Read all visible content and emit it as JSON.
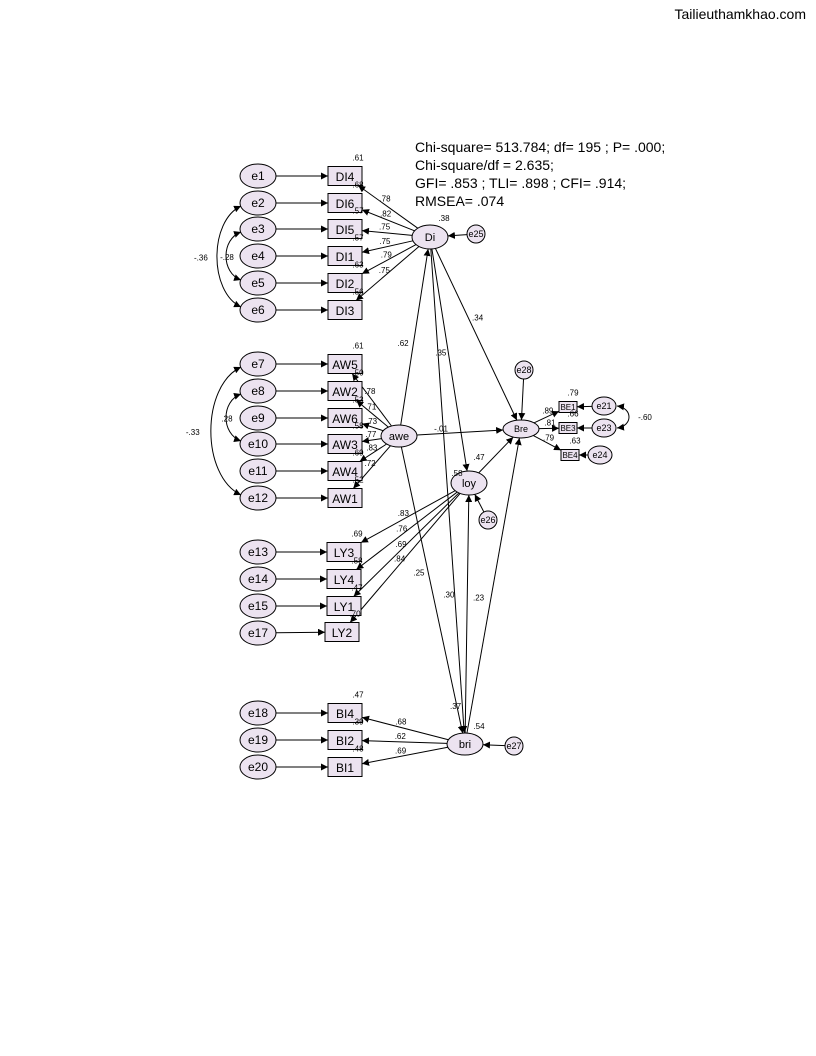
{
  "watermark": "Tailieuthamkhao.com",
  "fit_stats": [
    "Chi-square= 513.784; df= 195 ; P= .000;",
    "Chi-square/df = 2.635;",
    "GFI= .853 ; TLI= .898 ; CFI= .914;",
    "RMSEA= .074"
  ],
  "latents": [
    {
      "id": "Di",
      "label": "Di",
      "r2": ".38"
    },
    {
      "id": "awe",
      "label": "awe",
      "r2": ""
    },
    {
      "id": "Bre",
      "label": "Bre",
      "r2": ""
    },
    {
      "id": "loy",
      "label": "loy",
      "r2": ".58"
    },
    {
      "id": "bri",
      "label": "bri",
      "r2": ".54"
    }
  ],
  "indicators": [
    {
      "id": "DI4",
      "label": "DI4",
      "r2": ".61",
      "loading": ".78",
      "latent": "Di",
      "error": "e1"
    },
    {
      "id": "DI6",
      "label": "DI6",
      "r2": ".68",
      "loading": ".82",
      "latent": "Di",
      "error": "e2"
    },
    {
      "id": "DI5",
      "label": "DI5",
      "r2": ".57",
      "loading": ".75",
      "latent": "Di",
      "error": "e3"
    },
    {
      "id": "DI1",
      "label": "DI1",
      "r2": ".57",
      "loading": ".75",
      "latent": "Di",
      "error": "e4"
    },
    {
      "id": "DI2",
      "label": "DI2",
      "r2": ".63",
      "loading": ".79",
      "latent": "Di",
      "error": "e5"
    },
    {
      "id": "DI3",
      "label": "DI3",
      "r2": ".56",
      "loading": ".75",
      "latent": "Di",
      "error": "e6"
    },
    {
      "id": "AW5",
      "label": "AW5",
      "r2": ".61",
      "loading": ".78",
      "latent": "awe",
      "error": "e7"
    },
    {
      "id": "AW2",
      "label": "AW2",
      "r2": ".50",
      "loading": ".71",
      "latent": "awe",
      "error": "e8"
    },
    {
      "id": "AW6",
      "label": "AW6",
      "r2": ".53",
      "loading": ".73",
      "latent": "awe",
      "error": "e9"
    },
    {
      "id": "AW3",
      "label": "AW3",
      "r2": ".58",
      "loading": ".77",
      "latent": "awe",
      "error": "e10"
    },
    {
      "id": "AW4",
      "label": "AW4",
      "r2": ".69",
      "loading": ".83",
      "latent": "awe",
      "error": "e11"
    },
    {
      "id": "AW1",
      "label": "AW1",
      "r2": ".52",
      "loading": ".72",
      "latent": "awe",
      "error": "e12"
    },
    {
      "id": "LY3",
      "label": "LY3",
      "r2": ".69",
      "loading": ".83",
      "latent": "loy",
      "error": "e13"
    },
    {
      "id": "LY4",
      "label": "LY4",
      "r2": ".58",
      "loading": ".76",
      "latent": "loy",
      "error": "e14"
    },
    {
      "id": "LY1",
      "label": "LY1",
      "r2": ".47",
      "loading": ".69",
      "latent": "loy",
      "error": "e15"
    },
    {
      "id": "LY2",
      "label": "LY2",
      "r2": ".70",
      "loading": ".84",
      "latent": "loy",
      "error": "e17"
    },
    {
      "id": "BI4",
      "label": "BI4",
      "r2": ".47",
      "loading": ".68",
      "latent": "bri",
      "error": "e18"
    },
    {
      "id": "BI2",
      "label": "BI2",
      "r2": ".39",
      "loading": ".62",
      "latent": "bri",
      "error": "e19"
    },
    {
      "id": "BI1",
      "label": "BI1",
      "r2": ".48",
      "loading": ".69",
      "latent": "bri",
      "error": "e20"
    },
    {
      "id": "BE1",
      "label": "BE1",
      "r2": ".79",
      "loading": ".89",
      "latent": "Bre",
      "error": "e21"
    },
    {
      "id": "BE3",
      "label": "BE3",
      "r2": ".66",
      "loading": ".81",
      "latent": "Bre",
      "error": "e23"
    },
    {
      "id": "BE4",
      "label": "BE4",
      "r2": ".63",
      "loading": ".79",
      "latent": "Bre",
      "error": "e24"
    }
  ],
  "disturbances": [
    {
      "id": "e25",
      "label": "e25",
      "latent": "Di"
    },
    {
      "id": "e26",
      "label": "e26",
      "latent": "loy"
    },
    {
      "id": "e27",
      "label": "e27",
      "latent": "bri"
    },
    {
      "id": "e28",
      "label": "e28",
      "latent": "Bre"
    }
  ],
  "paths": [
    {
      "from": "awe",
      "to": "Di",
      "coef": ".62"
    },
    {
      "from": "Di",
      "to": "Bre",
      "coef": ".34"
    },
    {
      "from": "Di",
      "to": "loy",
      "coef": ".35"
    },
    {
      "from": "awe",
      "to": "Bre",
      "coef": "-.01"
    },
    {
      "from": "loy",
      "to": "Bre",
      "coef": ".47"
    },
    {
      "from": "bri",
      "to": "loy",
      "coef": ".37"
    },
    {
      "from": "awe",
      "to": "bri",
      "coef": ".25"
    },
    {
      "from": "Di",
      "to": "bri",
      "coef": ".30"
    },
    {
      "from": "bri",
      "to": "Bre",
      "coef": ".23"
    }
  ],
  "covariances": [
    {
      "a": "e2",
      "b": "e6",
      "coef": "-.36"
    },
    {
      "a": "e3",
      "b": "e5",
      "coef": "-.28"
    },
    {
      "a": "e7",
      "b": "e12",
      "coef": "-.33"
    },
    {
      "a": "e8",
      "b": "e10",
      "coef": ".28"
    },
    {
      "a": "e21",
      "b": "e23",
      "coef": "-.60"
    }
  ]
}
